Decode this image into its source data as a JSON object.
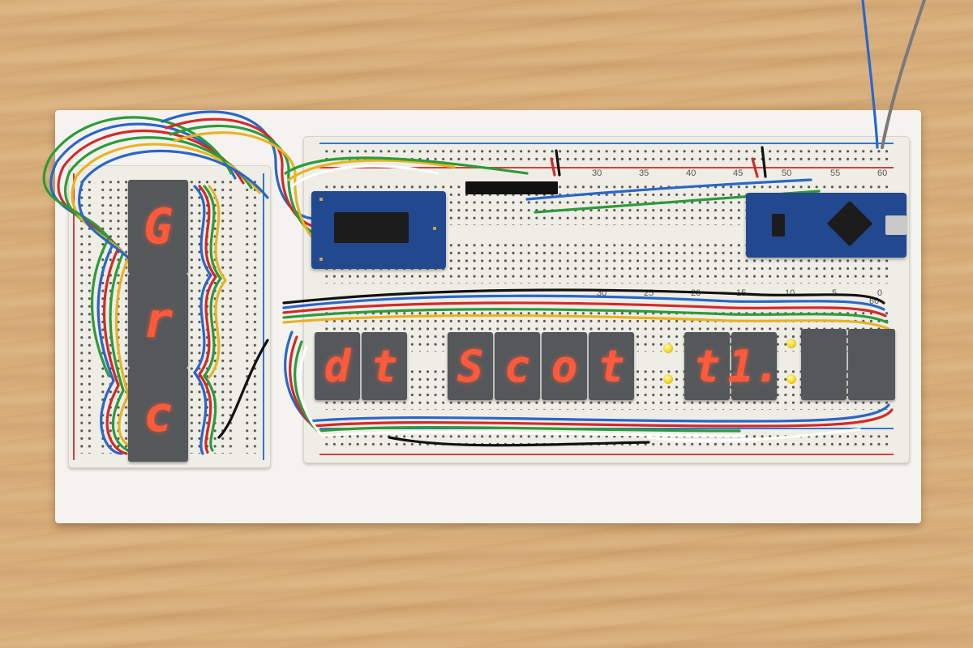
{
  "scene": {
    "subject": "breadboard-clock-display",
    "background": "wood-table",
    "colors": {
      "led_on": "#ff5a3c",
      "wire_red": "#d32a2a",
      "wire_green": "#2e9a3a",
      "wire_blue": "#2b66c9",
      "wire_yellow": "#e8b324",
      "module_blue": "#22488f"
    }
  },
  "main_board": {
    "column_numbers": [
      "30",
      "35",
      "40",
      "45",
      "50",
      "55",
      "60"
    ],
    "lower_column_numbers": [
      "60",
      "30",
      "25",
      "20",
      "15",
      "10",
      "5",
      "0"
    ]
  },
  "left_display": {
    "characters": [
      "G",
      "r",
      "c"
    ]
  },
  "bottom_display": {
    "group1": [
      "d",
      "t"
    ],
    "group2": [
      "S",
      "c",
      "o",
      "t"
    ],
    "group3": [
      "t",
      "1."
    ],
    "group4": [
      "",
      ""
    ]
  },
  "modules": {
    "driver_board": "I2C backpack",
    "microcontroller": "Arduino Nano"
  }
}
